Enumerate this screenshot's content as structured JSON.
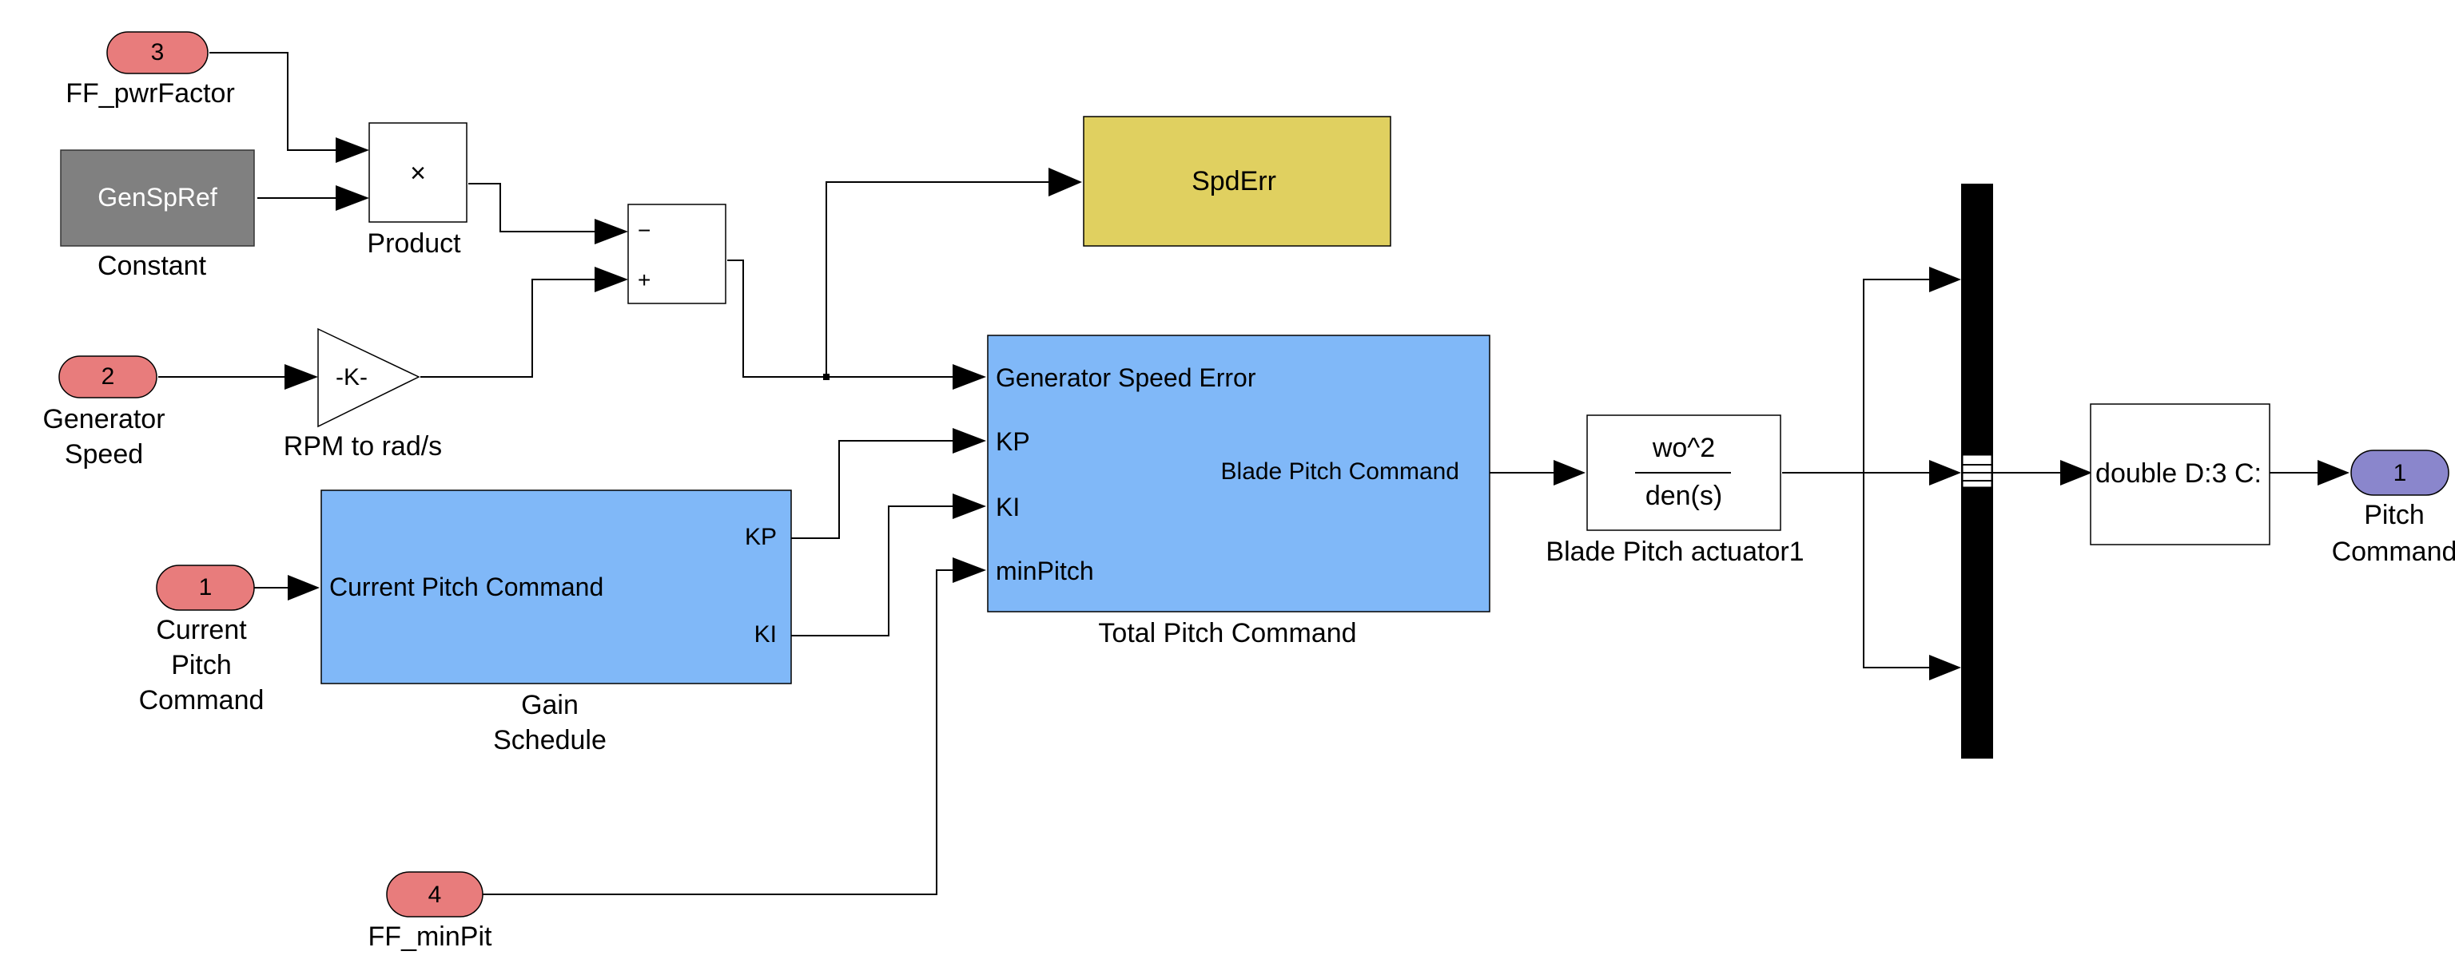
{
  "colors": {
    "inport": "#e87c7c",
    "outport": "#8a86cc",
    "subsystem": "#80b8f8",
    "scope": "#e0d060",
    "constant": "#808080",
    "line": "#000000"
  },
  "blocks": {
    "inport_ff_pwr": {
      "number": "3",
      "label": "FF_pwrFactor"
    },
    "inport_gen_speed": {
      "number": "2",
      "label_1": "Generator",
      "label_2": "Speed"
    },
    "inport_current_pitch": {
      "number": "1",
      "label_1": "Current",
      "label_2": "Pitch",
      "label_3": "Command"
    },
    "inport_ff_minpit": {
      "number": "4",
      "label": "FF_minPit"
    },
    "constant": {
      "value": "GenSpRef",
      "label": "Constant"
    },
    "product": {
      "symbol": "×",
      "label": "Product"
    },
    "sum": {
      "minus": "−",
      "plus": "+"
    },
    "gain": {
      "text": "-K-",
      "label": "RPM to rad/s"
    },
    "spd_err": {
      "text": "SpdErr"
    },
    "gain_schedule": {
      "in_port": "Current Pitch Command",
      "out_kp": "KP",
      "out_ki": "KI",
      "label_1": "Gain",
      "label_2": "Schedule"
    },
    "total_pitch": {
      "in_1": "Generator Speed  Error",
      "in_2": "KP",
      "in_3": "KI",
      "in_4": "minPitch",
      "out": "Blade Pitch Command",
      "label": "Total Pitch Command"
    },
    "actuator": {
      "numerator": "wo^2",
      "denominator": "den(s)",
      "label": "Blade Pitch actuator1"
    },
    "convert": {
      "text": "double D:3 C:"
    },
    "outport_pitch": {
      "number": "1",
      "label_1": "Pitch",
      "label_2": "Command"
    }
  }
}
